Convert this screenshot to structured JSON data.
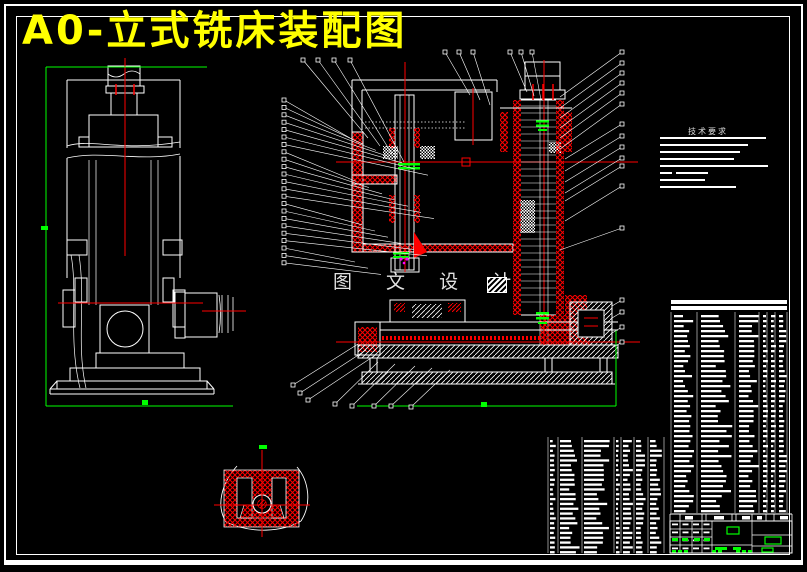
{
  "drawing": {
    "title": "A0-立式铣床装配图",
    "watermark": "图 文 设 计",
    "tech_requirements_heading": "技术要求",
    "colors": {
      "background": "#000000",
      "line": "#ffffff",
      "section_hatch": "#ff0000",
      "dimension": "#00ff00",
      "title_text": "#ffff00",
      "highlight_dot": "#ff00ff"
    }
  }
}
